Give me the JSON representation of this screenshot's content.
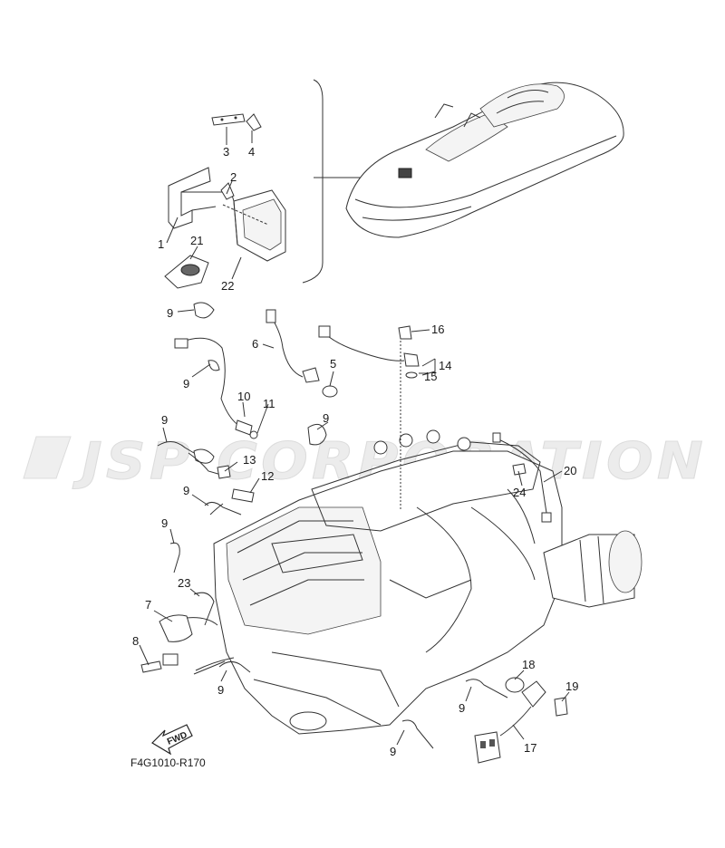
{
  "diagram": {
    "watermark": "JSP CORPORATION",
    "figure_code": "F4G1010-R170",
    "fwd_label": "FWD",
    "callouts": [
      {
        "id": "c1",
        "text": "1"
      },
      {
        "id": "c2",
        "text": "2"
      },
      {
        "id": "c3",
        "text": "3"
      },
      {
        "id": "c4",
        "text": "4"
      },
      {
        "id": "c21",
        "text": "21"
      },
      {
        "id": "c22",
        "text": "22"
      },
      {
        "id": "c9a",
        "text": "9"
      },
      {
        "id": "c6",
        "text": "6"
      },
      {
        "id": "c16",
        "text": "16"
      },
      {
        "id": "c14",
        "text": "14"
      },
      {
        "id": "c15",
        "text": "15"
      },
      {
        "id": "c5",
        "text": "5"
      },
      {
        "id": "c9b",
        "text": "9"
      },
      {
        "id": "c10",
        "text": "10"
      },
      {
        "id": "c11",
        "text": "11"
      },
      {
        "id": "c9c",
        "text": "9"
      },
      {
        "id": "c9d",
        "text": "9"
      },
      {
        "id": "c13",
        "text": "13"
      },
      {
        "id": "c12",
        "text": "12"
      },
      {
        "id": "c9e",
        "text": "9"
      },
      {
        "id": "c20",
        "text": "20"
      },
      {
        "id": "c24",
        "text": "24"
      },
      {
        "id": "c9f",
        "text": "9"
      },
      {
        "id": "c23",
        "text": "23"
      },
      {
        "id": "c7",
        "text": "7"
      },
      {
        "id": "c8",
        "text": "8"
      },
      {
        "id": "c9g",
        "text": "9"
      },
      {
        "id": "c18",
        "text": "18"
      },
      {
        "id": "c19",
        "text": "19"
      },
      {
        "id": "c9h",
        "text": "9"
      },
      {
        "id": "c17",
        "text": "17"
      },
      {
        "id": "c9i",
        "text": "9"
      }
    ]
  }
}
